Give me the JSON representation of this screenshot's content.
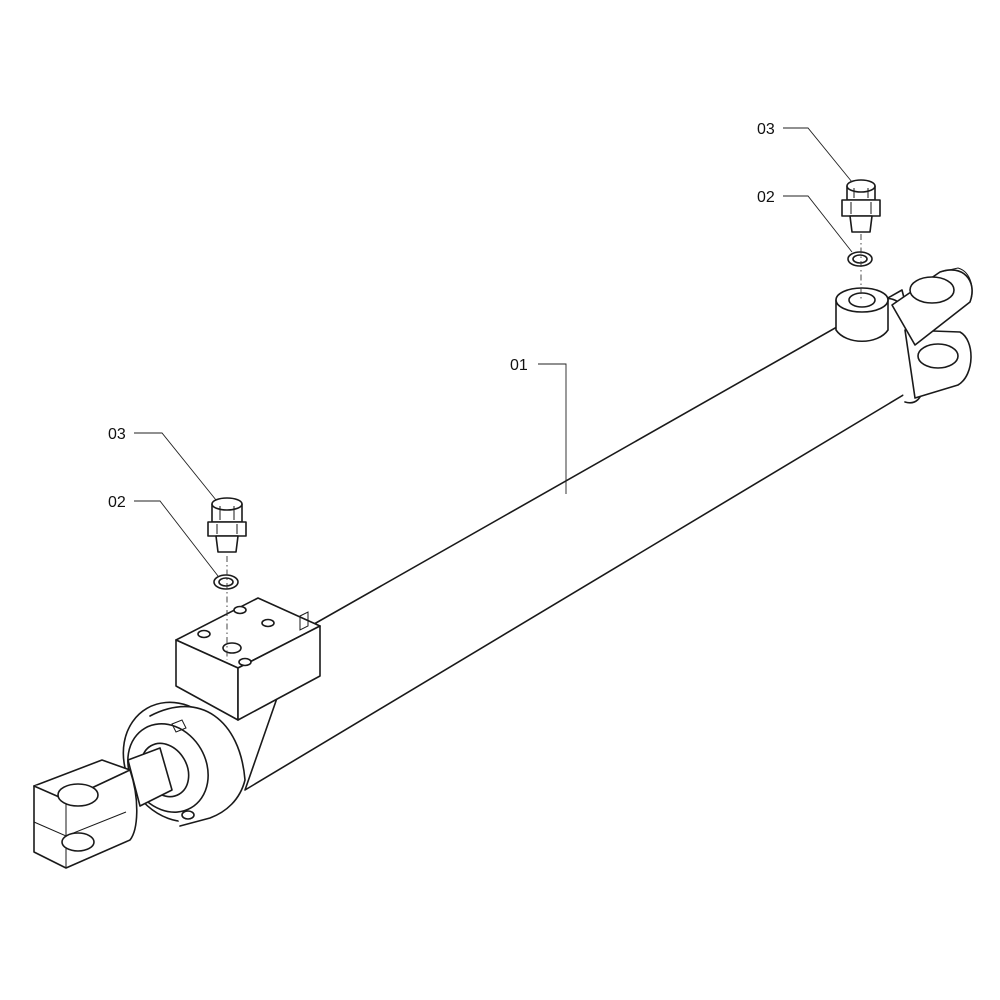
{
  "callouts": {
    "cylinder": "01",
    "washer_rod_end": "02",
    "fitting_rod_end": "03",
    "washer_cap_end": "02",
    "fitting_cap_end": "03"
  }
}
